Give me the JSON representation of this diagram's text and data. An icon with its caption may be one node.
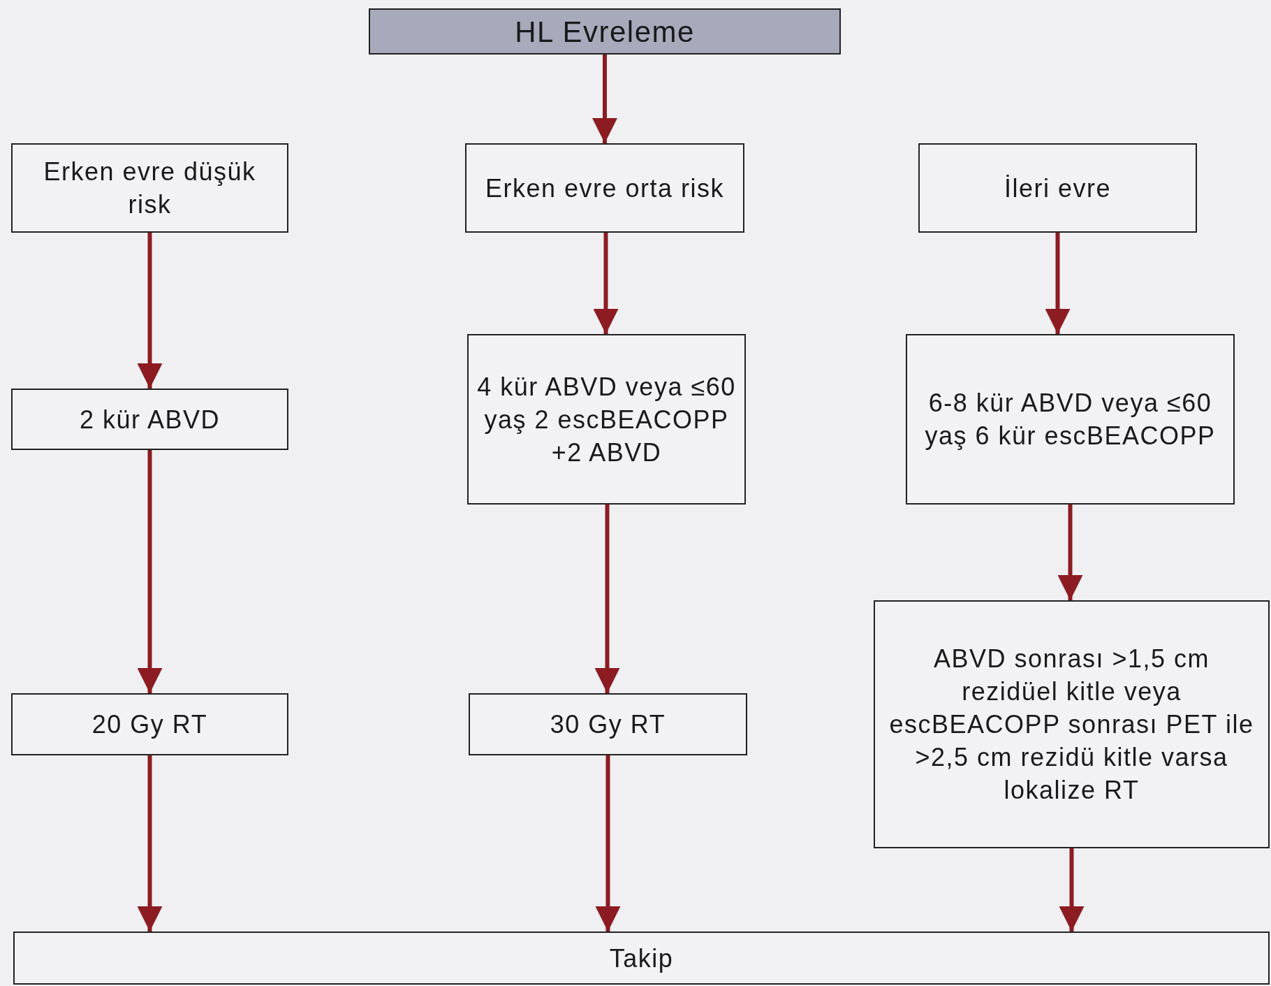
{
  "diagram": {
    "nodes": [
      {
        "text": [
          "HL Evreleme"
        ]
      },
      {
        "text": [
          "Erken evre düşük risk"
        ]
      },
      {
        "text": [
          "Erken evre orta risk"
        ]
      },
      {
        "text": [
          "İleri evre"
        ]
      },
      {
        "text": [
          "2 kür ABVD"
        ]
      },
      {
        "text": [
          "4 kür ABVD veya ≤60 yaş 2 escBEACOPP +2 ABVD"
        ]
      },
      {
        "text": [
          "6-8 kür ABVD veya ≤60 yaş 6 kür escBEACOPP"
        ]
      },
      {
        "text": [
          "20 Gy RT"
        ]
      },
      {
        "text": [
          "30 Gy RT"
        ]
      },
      {
        "text": [
          "ABVD sonrası >1,5 cm rezidüel kitle veya escBEACOPP sonrası PET ile >2,5 cm rezidü kitle varsa lokalize RT"
        ]
      },
      {
        "text": [
          "Takip"
        ]
      }
    ],
    "edges": [
      {
        "from": 0,
        "to": 2,
        "arrow": "to"
      },
      {
        "from": 1,
        "to": 4,
        "arrow": "to"
      },
      {
        "from": 2,
        "to": 5,
        "arrow": "to"
      },
      {
        "from": 3,
        "to": 6,
        "arrow": "to"
      },
      {
        "from": 4,
        "to": 7,
        "arrow": "to"
      },
      {
        "from": 5,
        "to": 8,
        "arrow": "to"
      },
      {
        "from": 6,
        "to": 9,
        "arrow": "to"
      },
      {
        "from": 7,
        "to": 10,
        "arrow": "to"
      },
      {
        "from": 8,
        "to": 10,
        "arrow": "to"
      },
      {
        "from": 9,
        "to": 10,
        "arrow": "to"
      }
    ]
  }
}
